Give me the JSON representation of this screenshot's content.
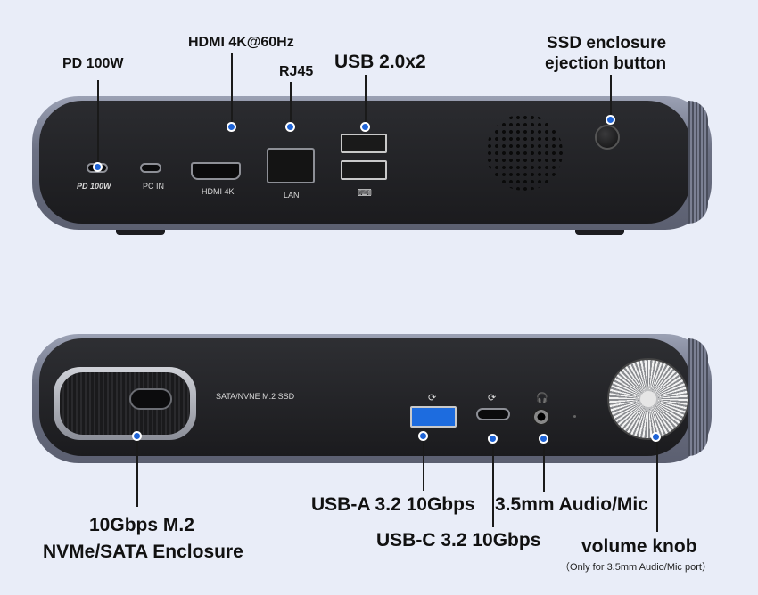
{
  "top_labels": {
    "pd": "PD 100W",
    "hdmi": "HDMI 4K@60Hz",
    "rj45": "RJ45",
    "usb2": "USB 2.0x2",
    "ssd_eject_line1": "SSD enclosure",
    "ssd_eject_line2": "ejection button"
  },
  "top_port_text": {
    "pd": "PD 100W",
    "pcin": "PC IN",
    "hdmi": "HDMI 4K",
    "lan": "LAN"
  },
  "bottom_device_text": {
    "ssd": "SATA/NVNE M.2 SSD"
  },
  "bottom_labels": {
    "enclosure_line1": "10Gbps M.2",
    "enclosure_line2": "NVMe/SATA Enclosure",
    "usba": "USB-A 3.2 10Gbps",
    "usbc": "USB-C 3.2 10Gbps",
    "audio": "3.5mm Audio/Mic",
    "volume": "volume knob",
    "volume_note": "（Only for 3.5mm Audio/Mic port）"
  },
  "colors": {
    "dot": "#1e63d6",
    "background": "#e9edf8"
  }
}
